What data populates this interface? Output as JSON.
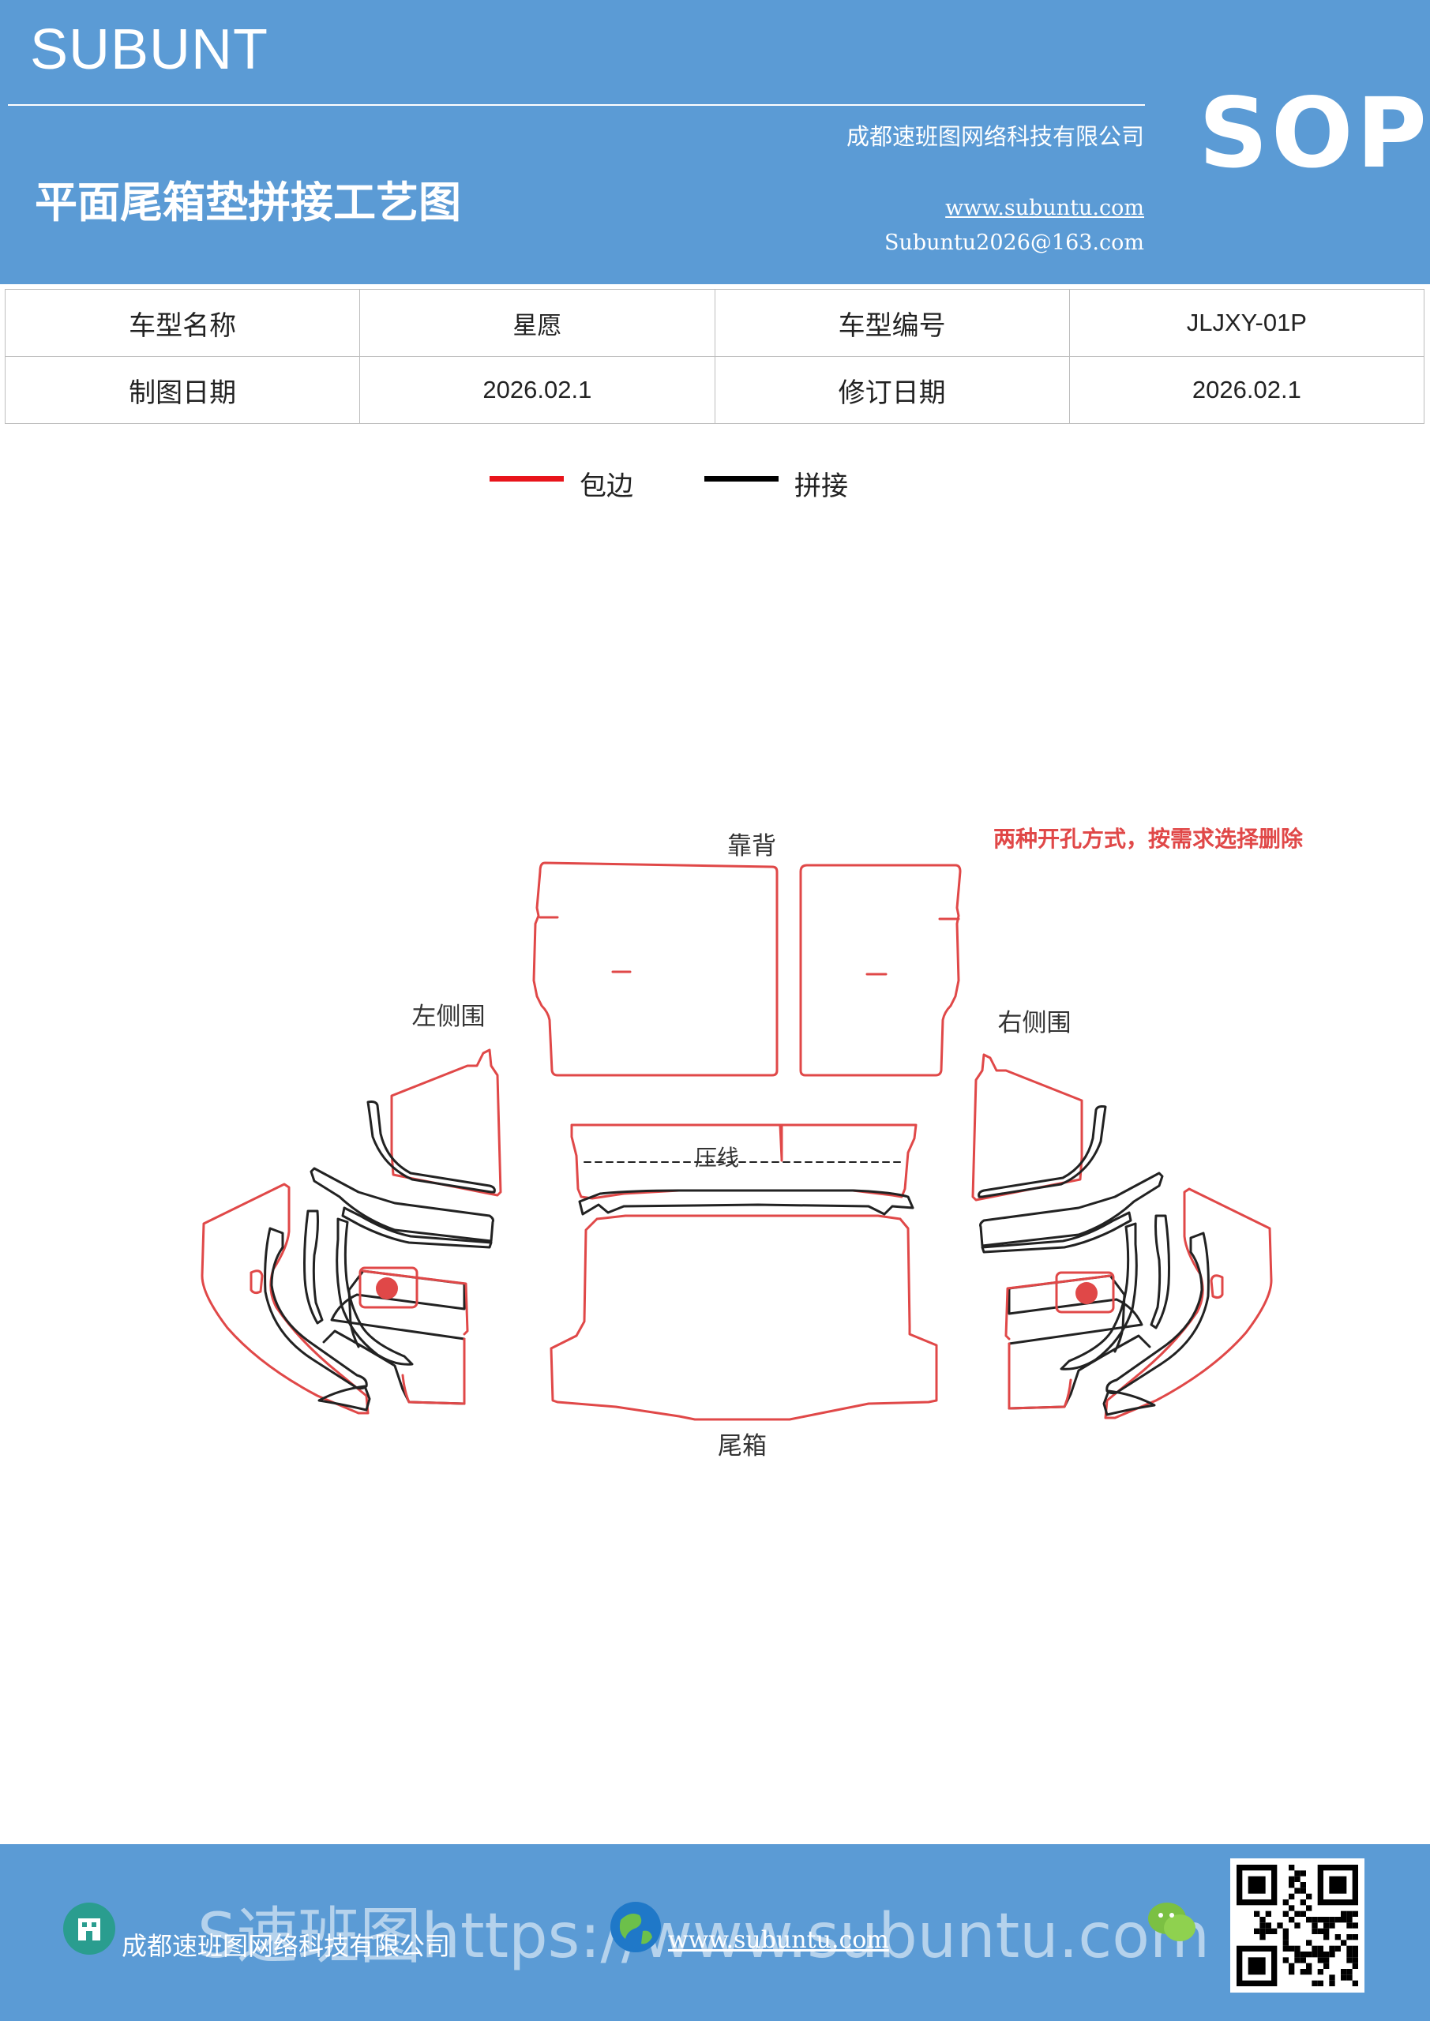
{
  "header": {
    "brand": "SUBUNT",
    "title": "平面尾箱垫拼接工艺图",
    "company": "成都速班图网络科技有限公司",
    "website": "www.subuntu.com",
    "email": "Subuntu2026@163.com",
    "badge": "SOP",
    "background_color": "#5b9bd5"
  },
  "info_table": {
    "rows": [
      [
        "车型名称",
        "星愿",
        "车型编号",
        "JLJXY-01P"
      ],
      [
        "制图日期",
        "2026.02.1",
        "修订日期",
        "2026.02.1"
      ]
    ]
  },
  "legend": {
    "items": [
      {
        "label": "包边",
        "color": "#e8141b"
      },
      {
        "label": "拼接",
        "color": "#000000"
      }
    ]
  },
  "diagram": {
    "labels": {
      "backrest": "靠背",
      "left_side": "左侧围",
      "right_side": "右侧围",
      "crease": "压线",
      "trunk": "尾箱",
      "note": "两种开孔方式，按需求选择删除"
    },
    "edge_color": "#e04848",
    "seam_color": "#222222",
    "note_color": "#e04848"
  },
  "footer": {
    "company": "成都速班图网络科技有限公司",
    "website": "www.subuntu.com",
    "watermark": "S速班图https://www.subuntu.com",
    "icons": [
      "building-icon",
      "globe-icon",
      "wechat-icon",
      "qr-code-icon"
    ]
  }
}
